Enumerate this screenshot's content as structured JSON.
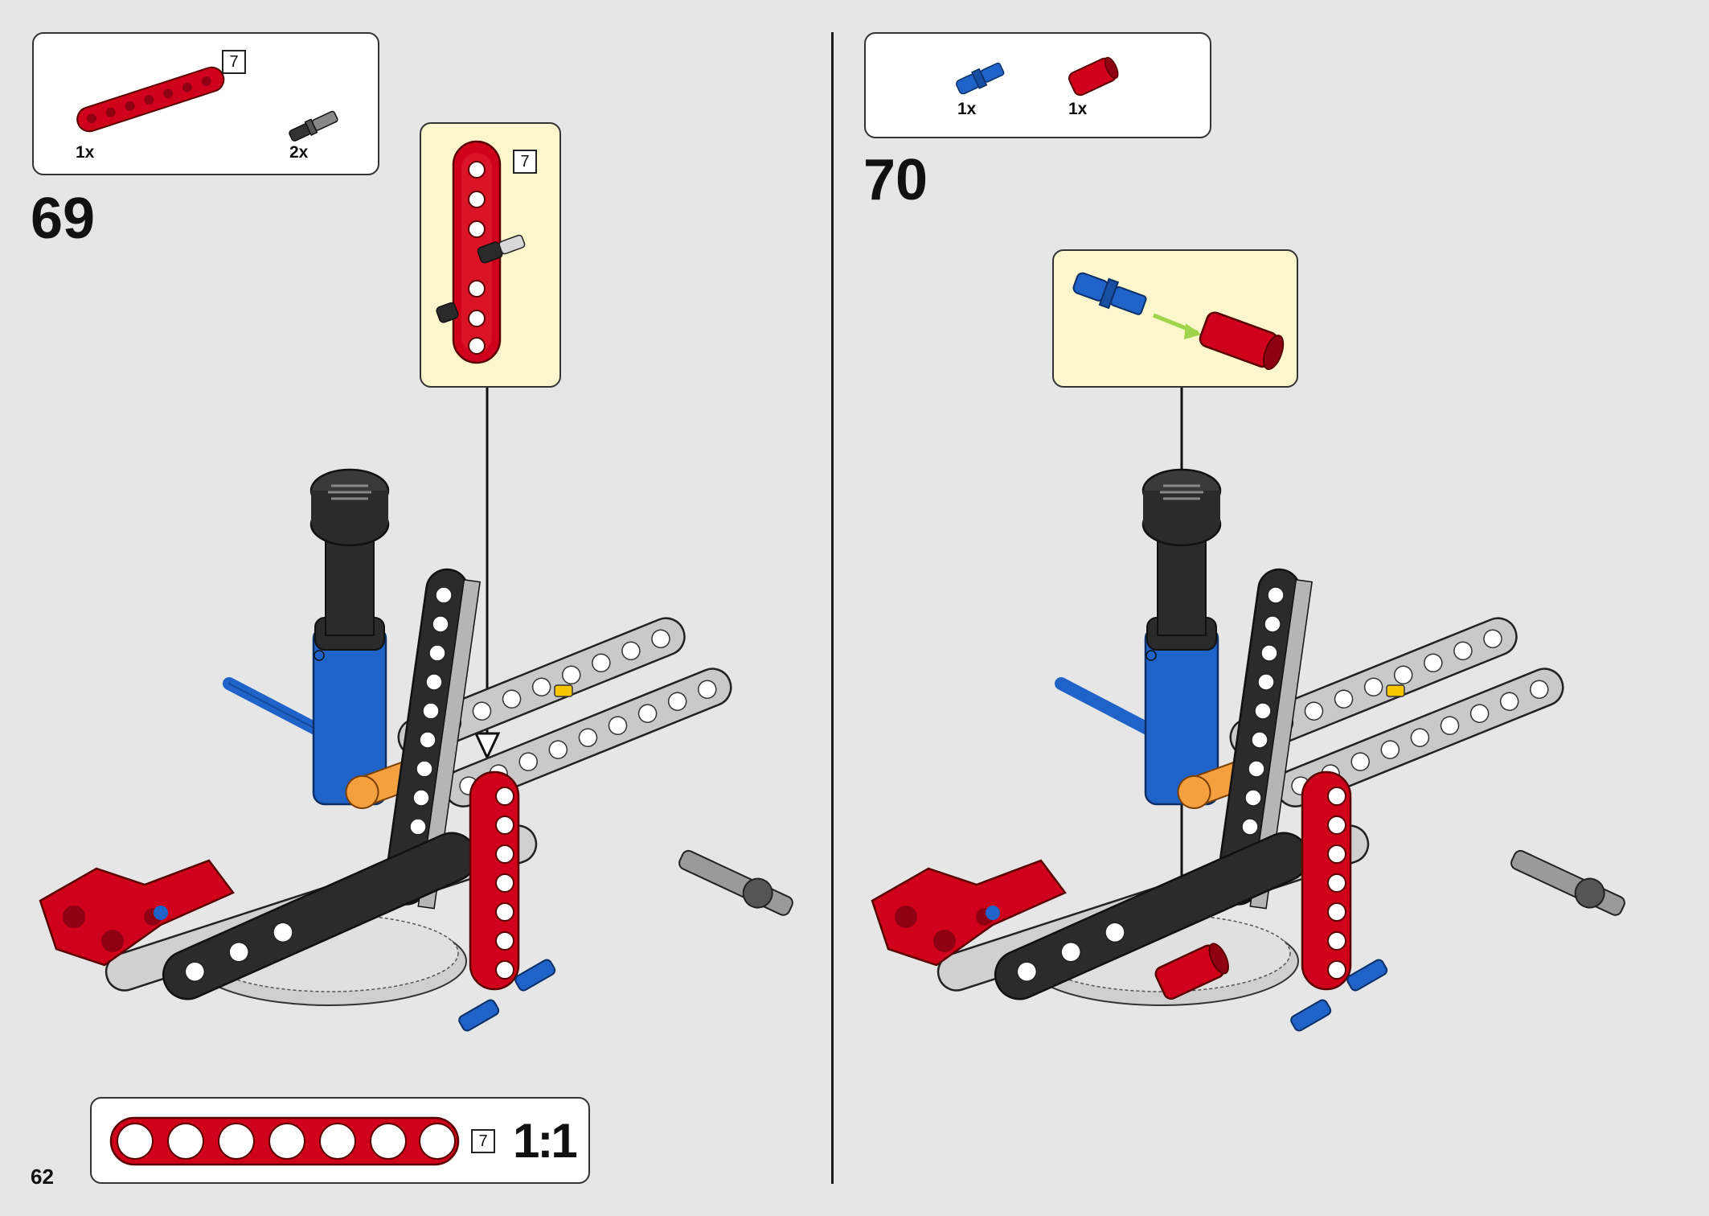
{
  "page": {
    "number": "62"
  },
  "steps": [
    {
      "number": "69",
      "parts": [
        {
          "name": "red-beam-7",
          "qty": "1x",
          "length": "7"
        },
        {
          "name": "black-axle-pin",
          "qty": "2x"
        }
      ],
      "callout": {
        "length": "7"
      }
    },
    {
      "number": "70",
      "parts": [
        {
          "name": "blue-axle-pin",
          "qty": "1x"
        },
        {
          "name": "red-axle-connector",
          "qty": "1x"
        }
      ]
    }
  ],
  "scale_guide": {
    "length": "7",
    "label": "1:1"
  },
  "colors": {
    "background": "#e6e6e6",
    "callout": "#fcf6cc",
    "red": "#d0021b",
    "dark": "#2b2b2b",
    "grey": "#b8b8b8",
    "blue": "#1f63c8",
    "orange": "#f5a040",
    "arrow": "#9fd34a"
  }
}
